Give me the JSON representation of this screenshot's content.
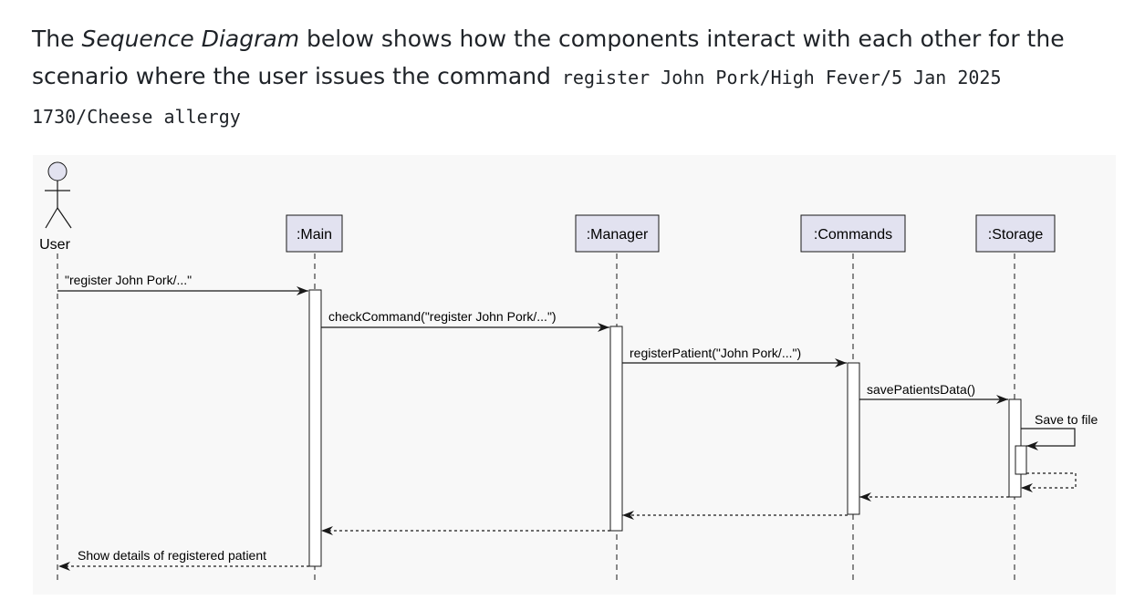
{
  "intro": {
    "prefix": "The ",
    "emphasis": "Sequence Diagram",
    "middle": " below shows how the components interact with each other for the scenario where the user issues the command ",
    "command": "register John Pork/High Fever/5 Jan 2025 1730/Cheese allergy"
  },
  "diagram": {
    "actor": {
      "label": "User"
    },
    "participants": [
      {
        "label": ":Main"
      },
      {
        "label": ":Manager"
      },
      {
        "label": ":Commands"
      },
      {
        "label": ":Storage"
      }
    ],
    "messages": [
      {
        "label": "\"register John Pork/...\"",
        "from": "User",
        "to": ":Main",
        "kind": "call"
      },
      {
        "label": "checkCommand(\"register John Pork/...\")",
        "from": ":Main",
        "to": ":Manager",
        "kind": "call"
      },
      {
        "label": "registerPatient(\"John Pork/...\")",
        "from": ":Manager",
        "to": ":Commands",
        "kind": "call"
      },
      {
        "label": "savePatientsData()",
        "from": ":Commands",
        "to": ":Storage",
        "kind": "call"
      },
      {
        "label": "Save to file",
        "from": ":Storage",
        "to": ":Storage",
        "kind": "self-call"
      },
      {
        "label": "",
        "from": ":Storage",
        "to": ":Storage",
        "kind": "self-return"
      },
      {
        "label": "",
        "from": ":Storage",
        "to": ":Commands",
        "kind": "return"
      },
      {
        "label": "",
        "from": ":Commands",
        "to": ":Manager",
        "kind": "return"
      },
      {
        "label": "",
        "from": ":Manager",
        "to": ":Main",
        "kind": "return"
      },
      {
        "label": "Show details of registered patient",
        "from": ":Main",
        "to": "User",
        "kind": "return"
      }
    ],
    "colors": {
      "participant_fill": "#e2e2f0",
      "participant_border": "#181818",
      "actor_head_fill": "#e2e2f0",
      "line": "#181818",
      "background": "#f8f8f8"
    }
  }
}
